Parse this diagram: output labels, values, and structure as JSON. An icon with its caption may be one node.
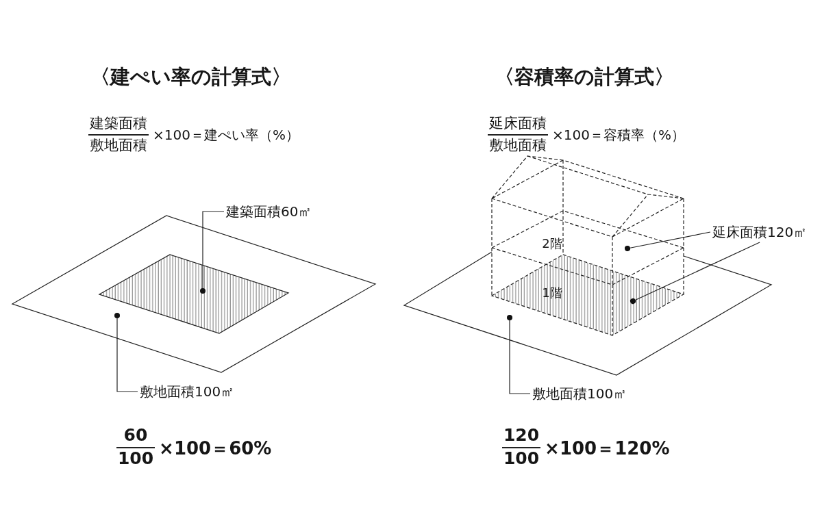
{
  "diagram": {
    "nodes": [
      {
        "text": [],
        "shape": "diamond"
      },
      {
        "text": [],
        "shape": "diamond",
        "in": 0
      },
      {
        "text": [
          "建築面積60㎡"
        ]
      },
      {
        "text": [
          "敷地面積100㎡"
        ]
      },
      {
        "text": [],
        "shape": "diamond"
      },
      {
        "text": [
          "2階"
        ]
      },
      {
        "text": [
          "1階"
        ]
      },
      {
        "text": [
          "延床面積120㎡"
        ]
      },
      {
        "text": [
          "敷地面積100㎡"
        ]
      }
    ],
    "edges": [
      {
        "from": 2,
        "to": 1,
        "arrow": "other"
      },
      {
        "from": 3,
        "to": 0,
        "arrow": "other"
      },
      {
        "from": 7,
        "to": 5,
        "arrow": "other"
      },
      {
        "from": 7,
        "to": 6,
        "arrow": "other"
      },
      {
        "from": 8,
        "to": 4,
        "arrow": "other"
      }
    ],
    "labels": [
      "〈建ぺい率の計算式〉",
      "建築面積",
      "敷地面積",
      "×100＝建ぺい率（%）",
      "60",
      "100",
      "×100＝60%",
      "〈容積率の計算式〉",
      "延床面積",
      "敷地面積",
      "×100＝容積率（%）",
      "120",
      "100",
      "×100＝120%"
    ]
  }
}
